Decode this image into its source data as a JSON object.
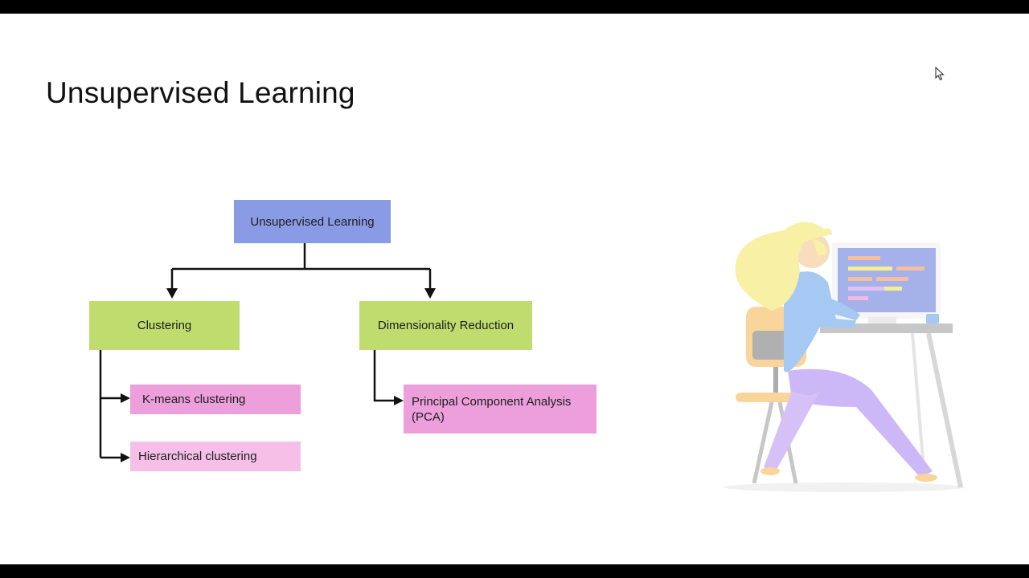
{
  "slide": {
    "title": "Unsupervised Learning"
  },
  "diagram": {
    "root": "Unsupervised Learning",
    "branches": [
      {
        "label": "Clustering",
        "children": [
          "K-means clustering",
          "Hierarchical clustering"
        ]
      },
      {
        "label": "Dimensionality Reduction",
        "children": [
          "Principal Component Analysis (PCA)"
        ]
      }
    ]
  },
  "colors": {
    "root_box": "#8a9be6",
    "branch_box": "#c0dc6e",
    "leaf_box": "#ec9fdb",
    "leaf_box_light": "#f6bfe8"
  },
  "icons": {
    "cursor": "mouse-pointer-icon",
    "illustration": "woman-at-computer-illustration"
  }
}
